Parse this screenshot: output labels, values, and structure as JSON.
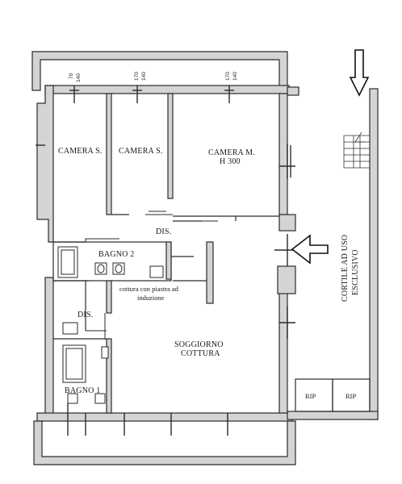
{
  "rooms": {
    "camera_s_1": "CAMERA S.",
    "camera_s_2": "CAMERA S.",
    "camera_m": "CAMERA M.",
    "camera_m_height": "H 300",
    "dis_upper": "DIS.",
    "bagno_2": "BAGNO 2",
    "cottura_line1": "cottura con piastra ad",
    "cottura_line2": "induzione",
    "dis_lower": "DIS.",
    "soggiorno": "SOGGIORNO",
    "cottura": "COTTURA",
    "bagno_1": "BAGNO 1",
    "rip_1": "RIP",
    "rip_2": "RIP",
    "cortile_line1": "CORTILE AD USO",
    "cortile_line2": "ESCLUSIVO"
  },
  "dimensions": {
    "window_1_top": "70",
    "window_1_bottom": "140",
    "window_2_top": "170",
    "window_2_bottom": "140",
    "window_3_top": "170",
    "window_3_bottom": "140"
  },
  "icons": {
    "entrance_arrow": "arrow-down-icon",
    "access_arrow": "arrow-left-icon"
  },
  "colors": {
    "wall_fill": "#d4d4d4",
    "line": "#2a2a2a",
    "background": "#ffffff"
  }
}
